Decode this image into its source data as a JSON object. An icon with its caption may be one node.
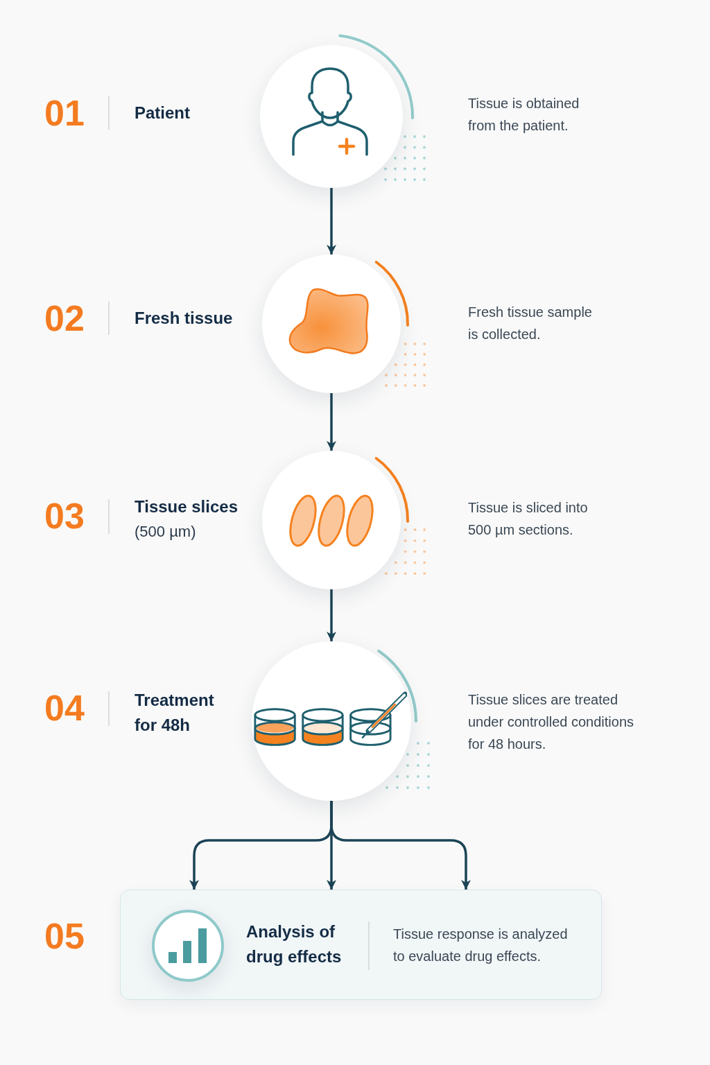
{
  "diagram": {
    "nodes": [
      {
        "text": [],
        "shape": "picture",
        "beside": [
          "01",
          "Patient"
        ]
      },
      {
        "text": [],
        "shape": "picture",
        "beside": [
          "02",
          "Fresh tissue"
        ]
      },
      {
        "text": [],
        "shape": "picture",
        "beside": [
          "03",
          "Tissue slices",
          "(500 µm)"
        ]
      },
      {
        "text": [],
        "shape": "picture",
        "beside": [
          "04",
          "Treatment for 48h"
        ]
      },
      {
        "text": [
          "Analysis of drug effects",
          "Tissue response is analyzed to evaluate drug effects."
        ],
        "beside": [
          "05"
        ]
      },
      {
        "text": [],
        "shape": "picture",
        "in": 4
      }
    ],
    "edges": [
      {
        "from": 0,
        "to": 1,
        "arrow": "to"
      },
      {
        "from": 1,
        "to": 2,
        "arrow": "to"
      },
      {
        "from": 2,
        "to": 3,
        "arrow": "to"
      },
      {
        "from": 3,
        "to": 4,
        "arrow": "to"
      },
      {
        "from": 3,
        "to": 4,
        "arrow": "to"
      },
      {
        "from": 3,
        "to": 4,
        "arrow": "to"
      }
    ],
    "labels": [
      "Tissue is obtained from the patient.",
      "Fresh tissue sample is collected.",
      "Tissue is sliced into 500 µm sections.",
      "Tissue slices are treated under controlled conditions for 48 hours."
    ]
  }
}
